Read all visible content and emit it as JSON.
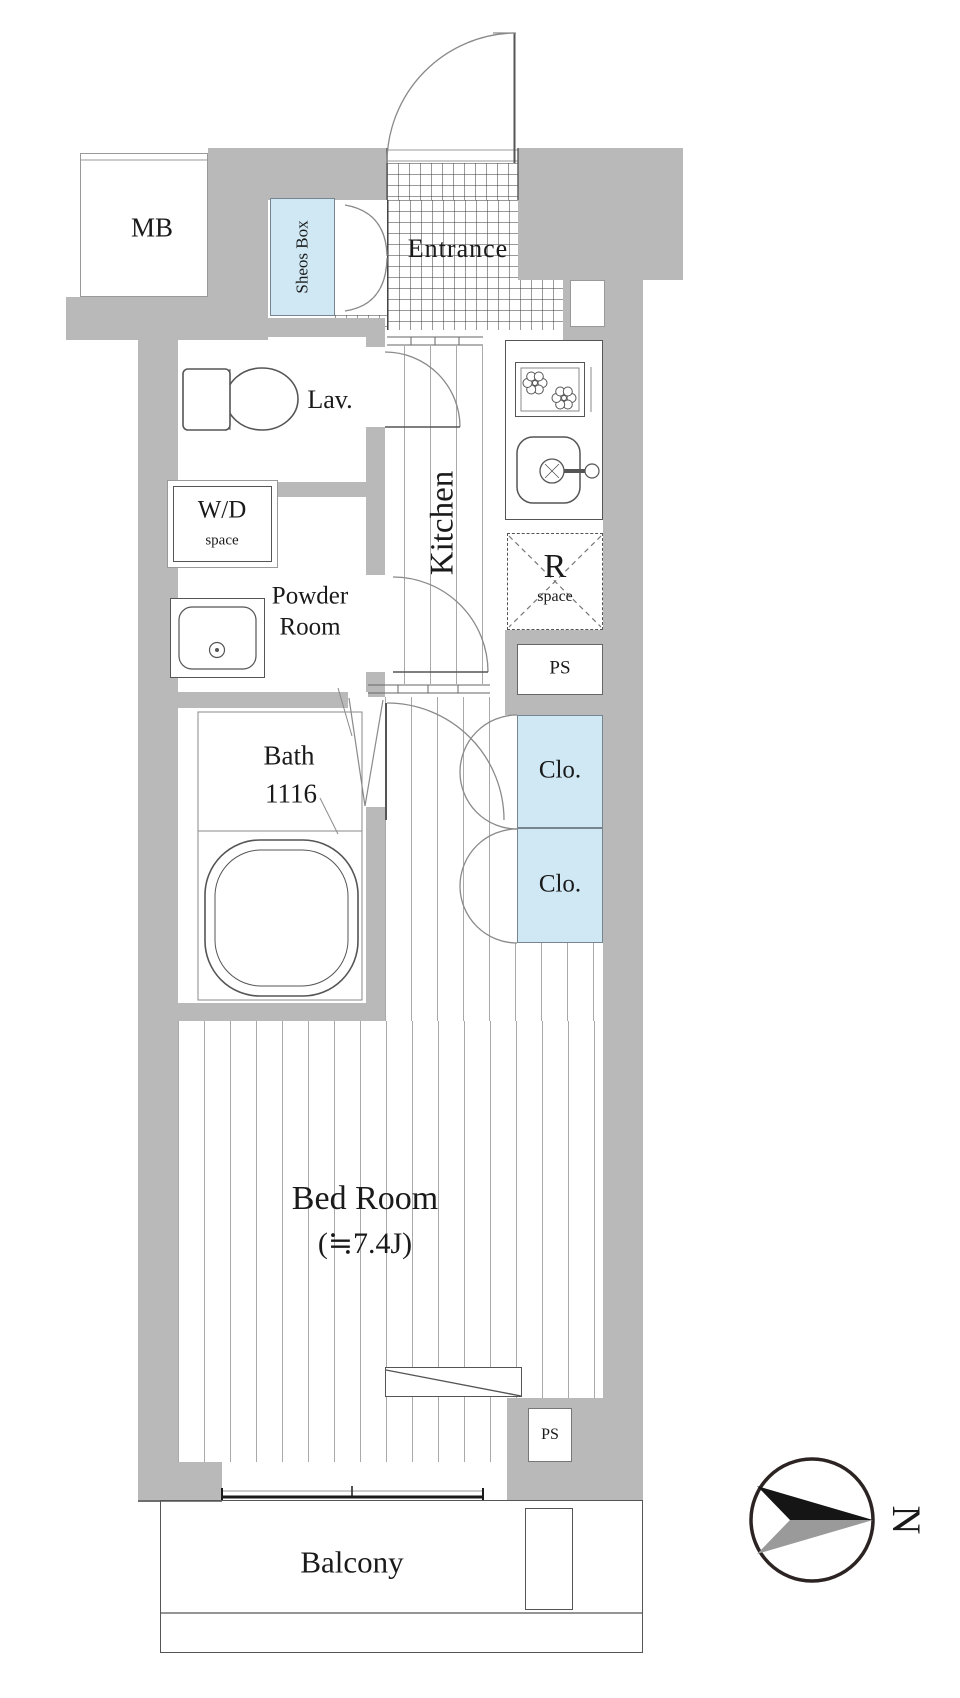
{
  "plan": {
    "rooms": {
      "mb": "MB",
      "shoes_box": "Sheos Box",
      "entrance": "Entrance",
      "lav": "Lav.",
      "wd_top": "W/D",
      "wd_bottom": "space",
      "kitchen": "Kitchen",
      "powder_top": "Powder",
      "powder_bottom": "Room",
      "r_top": "R",
      "r_bottom": "space",
      "ps_upper": "PS",
      "clo_1": "Clo.",
      "clo_2": "Clo.",
      "bath_top": "Bath",
      "bath_bottom": "1116",
      "bedroom_name": "Bed Room",
      "bedroom_size": "(≒7.4J)",
      "ps_lower": "PS",
      "balcony": "Balcony"
    },
    "compass": {
      "north": "N"
    },
    "colors": {
      "wall": "#b9b9b9",
      "closet_fill": "#cfe8f4",
      "dark_line": "#555555",
      "floor_line": "#a9a9a9"
    }
  }
}
